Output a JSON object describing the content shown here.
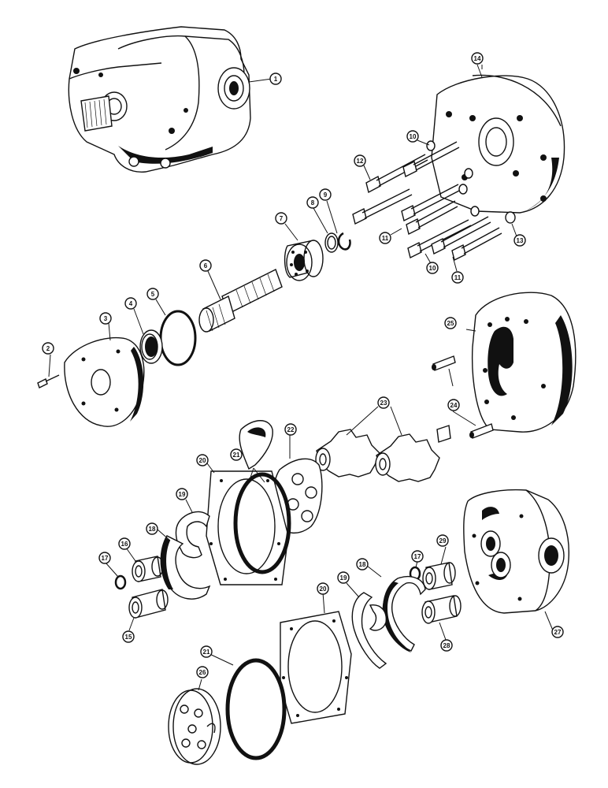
{
  "diagram": {
    "title": "",
    "callouts": [
      {
        "id": "c1",
        "label": "1"
      },
      {
        "id": "c2",
        "label": "2"
      },
      {
        "id": "c3",
        "label": "3"
      },
      {
        "id": "c4",
        "label": "4"
      },
      {
        "id": "c5",
        "label": "5"
      },
      {
        "id": "c6",
        "label": "6"
      },
      {
        "id": "c7",
        "label": "7"
      },
      {
        "id": "c8",
        "label": "8"
      },
      {
        "id": "c9",
        "label": "9"
      },
      {
        "id": "c10a",
        "label": "10"
      },
      {
        "id": "c10b",
        "label": "10"
      },
      {
        "id": "c11a",
        "label": "11"
      },
      {
        "id": "c11b",
        "label": "11"
      },
      {
        "id": "c12",
        "label": "12"
      },
      {
        "id": "c13",
        "label": "13"
      },
      {
        "id": "c14",
        "label": "14"
      },
      {
        "id": "c15",
        "label": "15"
      },
      {
        "id": "c16",
        "label": "16"
      },
      {
        "id": "c17a",
        "label": "17"
      },
      {
        "id": "c17b",
        "label": "17"
      },
      {
        "id": "c18a",
        "label": "18"
      },
      {
        "id": "c18b",
        "label": "18"
      },
      {
        "id": "c19a",
        "label": "19"
      },
      {
        "id": "c19b",
        "label": "19"
      },
      {
        "id": "c20a",
        "label": "20"
      },
      {
        "id": "c20b",
        "label": "20"
      },
      {
        "id": "c21a",
        "label": "21"
      },
      {
        "id": "c21b",
        "label": "21"
      },
      {
        "id": "c22",
        "label": "22"
      },
      {
        "id": "c23",
        "label": "23"
      },
      {
        "id": "c24",
        "label": "24"
      },
      {
        "id": "c25",
        "label": "25"
      },
      {
        "id": "c26",
        "label": "26"
      },
      {
        "id": "c27",
        "label": "27"
      },
      {
        "id": "c28",
        "label": "28"
      },
      {
        "id": "c29",
        "label": "29"
      }
    ]
  }
}
